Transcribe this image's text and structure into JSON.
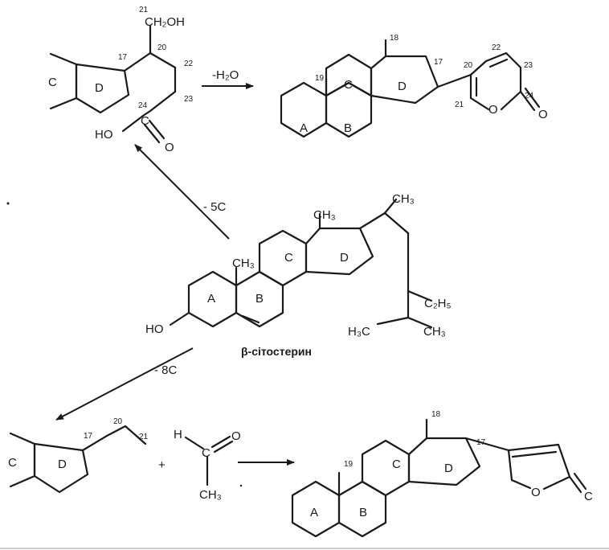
{
  "reagents": {
    "dehydration": "-H₂O",
    "loss_5c": "- 5C",
    "loss_8c": "- 8C",
    "plus": "+"
  },
  "center": {
    "name": "β-сітостерин",
    "rings": [
      "A",
      "B",
      "C",
      "D"
    ],
    "methyl_13": "CH₃",
    "methyl_10": "CH₃",
    "methyl_20": "CH₃",
    "ethyl_24": "C₂H₅",
    "isopropyl_left": "H₃C",
    "isopropyl_right": "CH₃",
    "hydroxyl": "HO"
  },
  "top_left": {
    "rings": [
      "C",
      "D"
    ],
    "hydroxymethyl": "CH₂OH",
    "acid_oh": "HO",
    "acid_carbon": "C",
    "acid_oxygen": "O",
    "numbers": [
      "21",
      "20",
      "17",
      "22",
      "23",
      "24"
    ]
  },
  "top_right": {
    "rings": [
      "A",
      "B",
      "C",
      "D"
    ],
    "ring_oxygen": "O",
    "carbonyl_oxygen": "O",
    "numbers": [
      "19",
      "18",
      "17",
      "20",
      "22",
      "23",
      "21",
      "24"
    ]
  },
  "bottom_left": {
    "rings": [
      "C",
      "D"
    ],
    "numbers": [
      "17",
      "20",
      "21"
    ]
  },
  "acetaldehyde": {
    "h": "H",
    "c": "C",
    "o": "O",
    "methyl": "CH₃"
  },
  "bottom_right": {
    "rings": [
      "A",
      "B",
      "C",
      "D"
    ],
    "ring_oxygen": "O",
    "exo": "C",
    "numbers": [
      "19",
      "18",
      "17"
    ]
  }
}
